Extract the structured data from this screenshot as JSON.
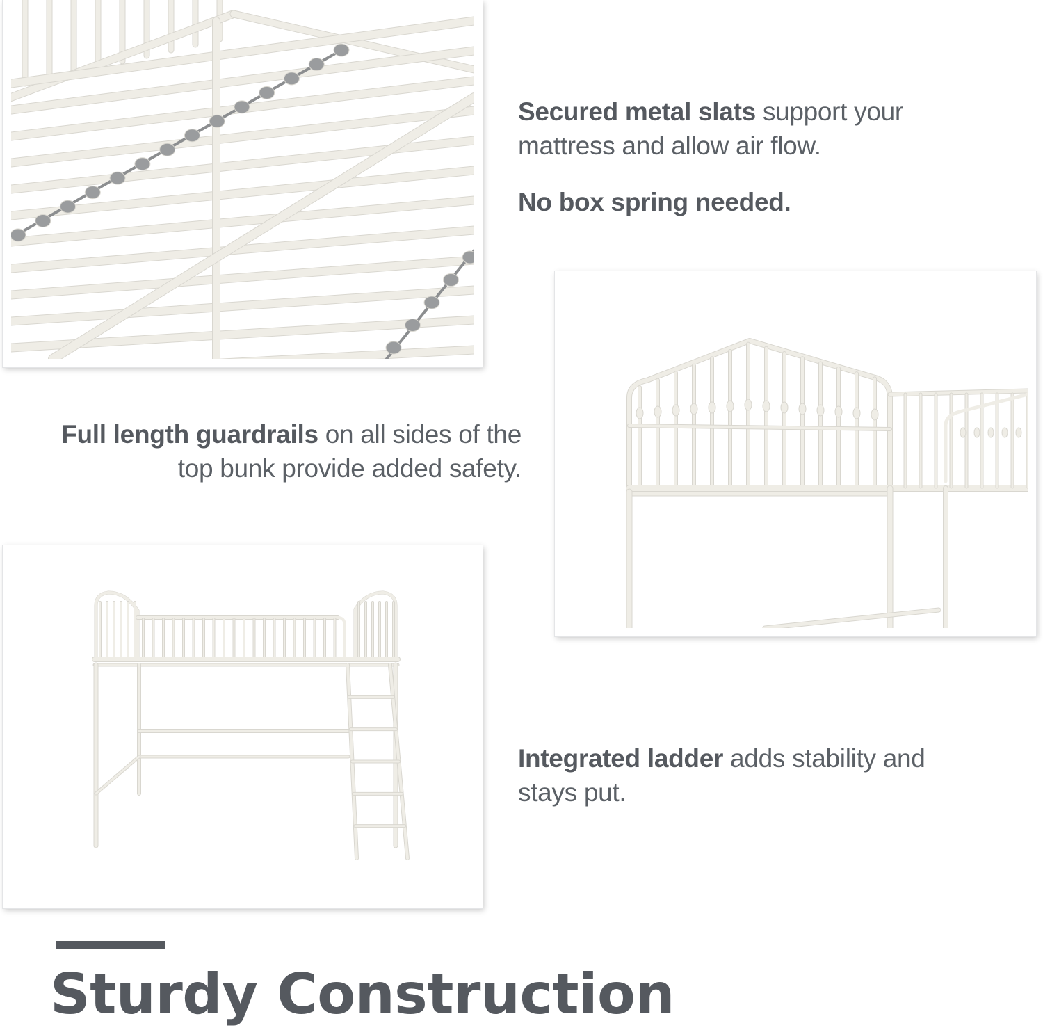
{
  "panels": {
    "slats": {
      "caption_bold": "Secured metal slats",
      "caption_rest": " support your mattress and allow air flow.",
      "note": "No box spring needed."
    },
    "guardrails": {
      "caption_bold": "Full length guardrails",
      "caption_rest": " on all sides of the top bunk provide added safety."
    },
    "ladder": {
      "caption_bold": "Integrated ladder",
      "caption_rest": " adds stability and stays put."
    }
  },
  "headline": "Sturdy Construction",
  "colors": {
    "text": "#55595f",
    "frame_metal": "#efede6",
    "strap": "#8c8e90",
    "accent_bar": "#55595f"
  }
}
